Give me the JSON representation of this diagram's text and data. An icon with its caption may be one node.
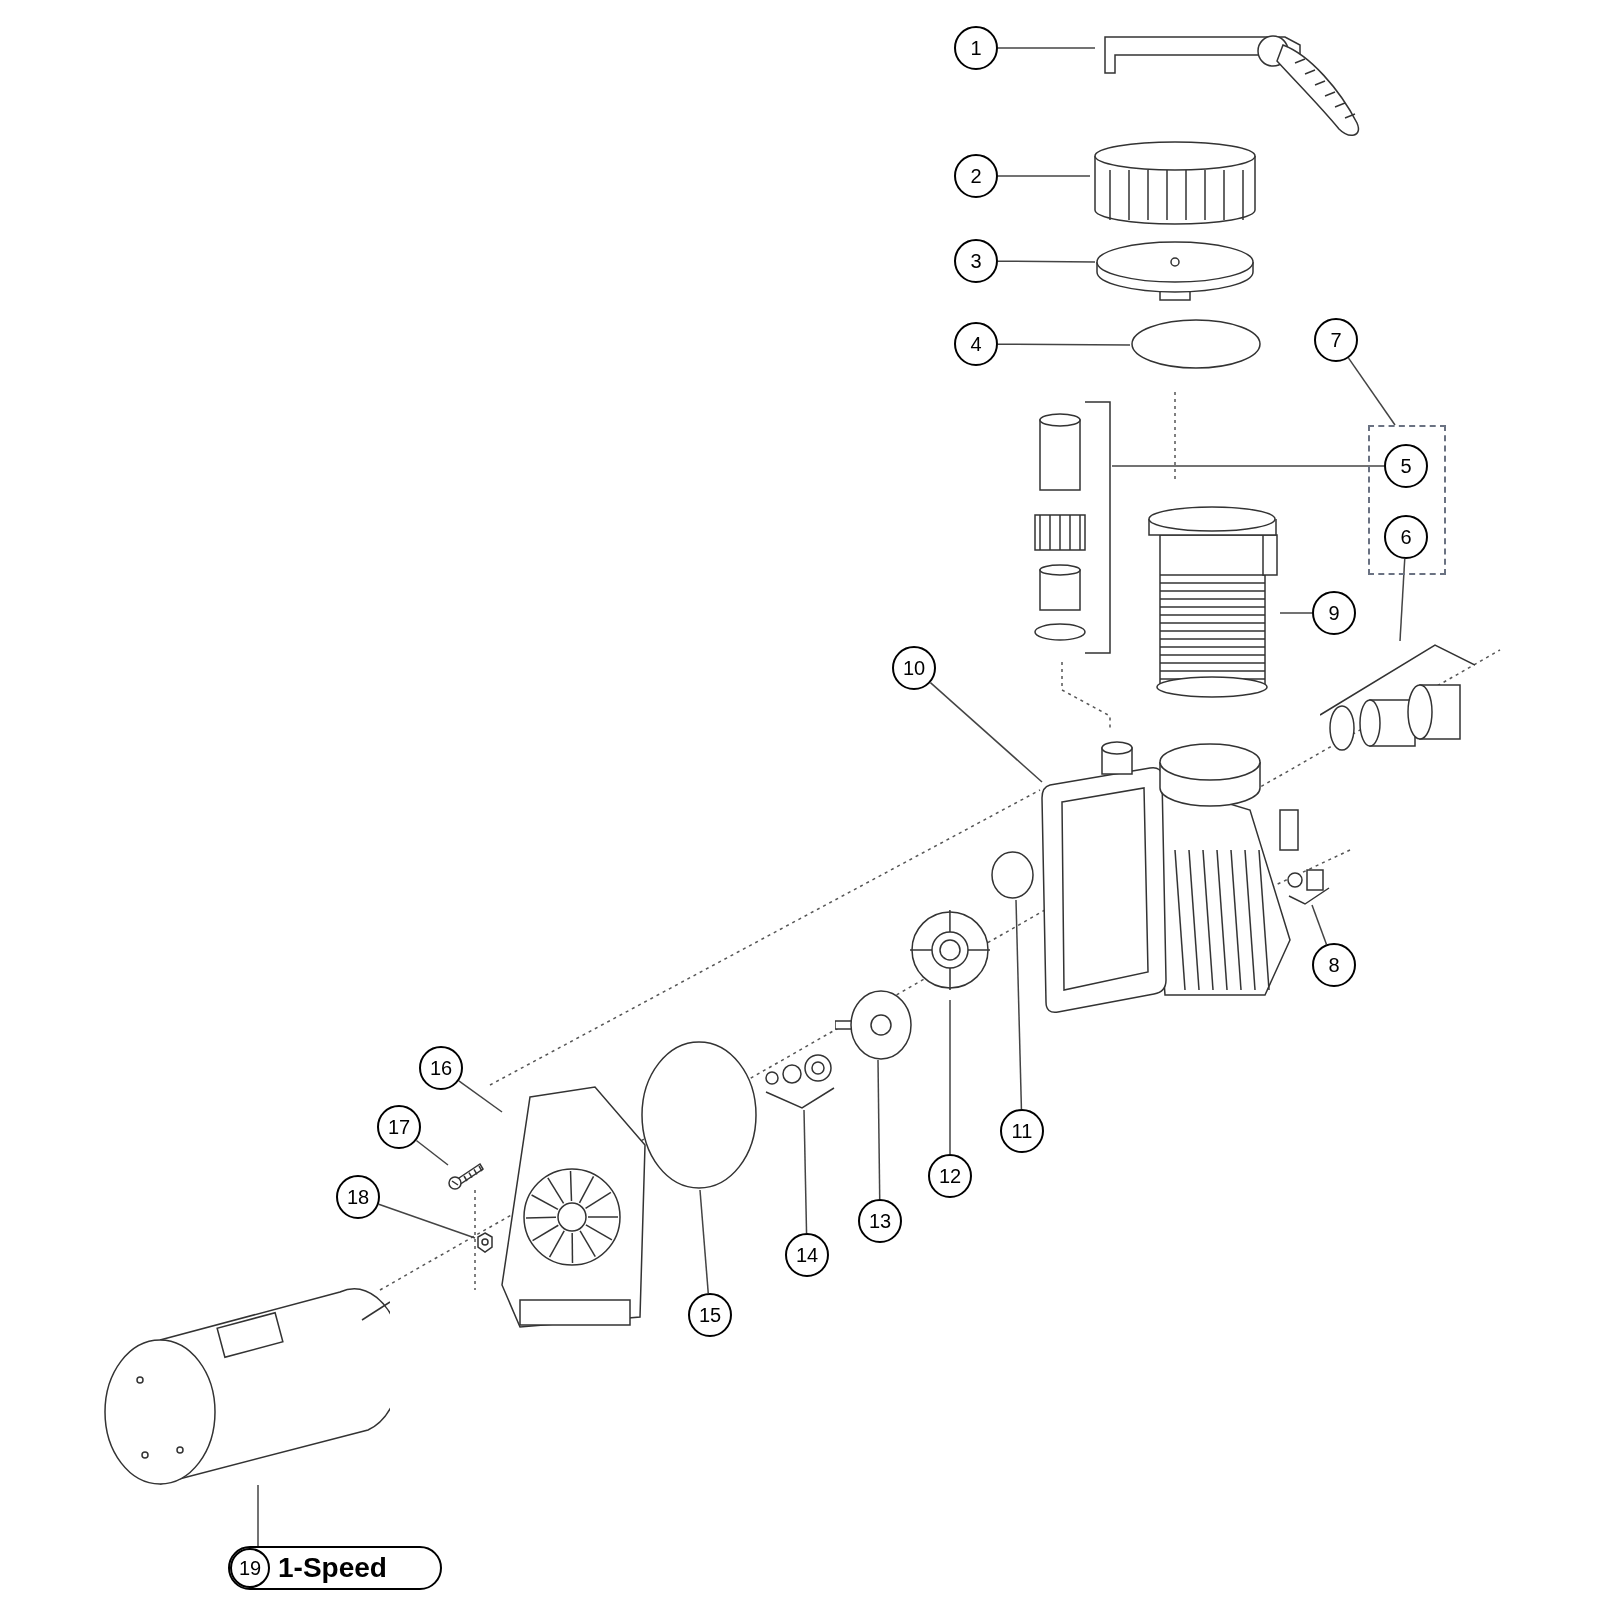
{
  "diagram": {
    "nodes": [
      {
        "text": [
          "1"
        ]
      },
      {
        "text": [
          "2"
        ]
      },
      {
        "text": [
          "3"
        ]
      },
      {
        "text": [
          "4"
        ]
      },
      {
        "text": [],
        "shape": "box"
      },
      {
        "text": [
          "5"
        ],
        "in": 4
      },
      {
        "text": [
          "6"
        ],
        "in": 4
      },
      {
        "text": [
          "7"
        ]
      },
      {
        "text": [
          "8"
        ]
      },
      {
        "text": [
          "9"
        ]
      },
      {
        "text": [
          "10"
        ]
      },
      {
        "text": [
          "11"
        ]
      },
      {
        "text": [
          "12"
        ]
      },
      {
        "text": [
          "13"
        ]
      },
      {
        "text": [
          "14"
        ]
      },
      {
        "text": [
          "15"
        ]
      },
      {
        "text": [
          "16"
        ]
      },
      {
        "text": [
          "17"
        ]
      },
      {
        "text": [
          "18"
        ]
      },
      {
        "text": [
          "19",
          "1-Speed"
        ]
      },
      {
        "text": [],
        "shape": "picture"
      },
      {
        "text": [],
        "shape": "picture"
      },
      {
        "text": [],
        "shape": "picture"
      },
      {
        "text": [],
        "shape": "circle"
      },
      {
        "text": [],
        "shape": "picture"
      },
      {
        "text": [],
        "shape": "picture"
      },
      {
        "text": [],
        "shape": "picture"
      },
      {
        "text": [],
        "shape": "picture"
      },
      {
        "text": [],
        "shape": "picture"
      },
      {
        "text": [],
        "shape": "circle"
      },
      {
        "text": [],
        "shape": "picture"
      },
      {
        "text": [],
        "shape": "picture"
      },
      {
        "text": [],
        "shape": "picture"
      },
      {
        "text": [],
        "shape": "circle"
      },
      {
        "text": [],
        "shape": "picture"
      },
      {
        "text": [],
        "shape": "picture"
      },
      {
        "text": [],
        "shape": "picture"
      },
      {
        "text": [],
        "shape": "picture"
      }
    ],
    "edges": [
      {
        "from": 0,
        "to": 20,
        "arrow": "none"
      },
      {
        "from": 1,
        "to": 21,
        "arrow": "none"
      },
      {
        "from": 2,
        "to": 22,
        "arrow": "none"
      },
      {
        "from": 3,
        "to": 23,
        "arrow": "none"
      },
      {
        "from": 5,
        "to": 24,
        "arrow": "none"
      },
      {
        "from": 6,
        "to": 25,
        "arrow": "none"
      },
      {
        "from": 7,
        "to": 4,
        "arrow": "none"
      },
      {
        "from": 8,
        "to": 26,
        "arrow": "none"
      },
      {
        "from": 9,
        "to": 27,
        "arrow": "none"
      },
      {
        "from": 10,
        "to": 28,
        "arrow": "none"
      },
      {
        "from": 11,
        "to": 29,
        "arrow": "none"
      },
      {
        "from": 12,
        "to": 30,
        "arrow": "none"
      },
      {
        "from": 13,
        "to": 31,
        "arrow": "none"
      },
      {
        "from": 14,
        "to": 32,
        "arrow": "none"
      },
      {
        "from": 15,
        "to": 33,
        "arrow": "none"
      },
      {
        "from": 16,
        "to": 34,
        "arrow": "none"
      },
      {
        "from": 17,
        "to": 35,
        "arrow": "none"
      },
      {
        "from": 18,
        "to": 36,
        "arrow": "none"
      },
      {
        "from": 19,
        "to": 37,
        "arrow": "none"
      }
    ]
  }
}
